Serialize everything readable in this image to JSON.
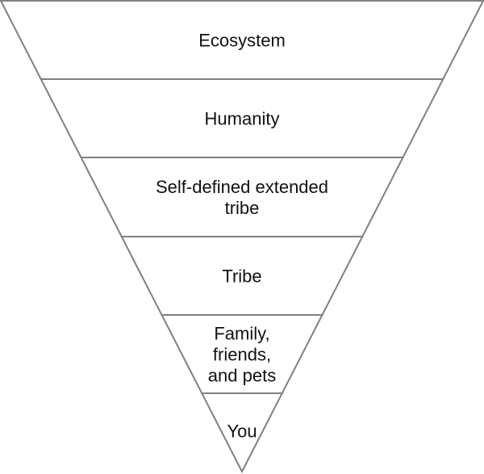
{
  "diagram": {
    "layers": [
      {
        "label_lines": [
          "Ecosystem"
        ]
      },
      {
        "label_lines": [
          "Humanity"
        ]
      },
      {
        "label_lines": [
          "Self-defined extended",
          "tribe"
        ]
      },
      {
        "label_lines": [
          "Tribe"
        ]
      },
      {
        "label_lines": [
          "Family,",
          "friends,",
          "and pets"
        ]
      },
      {
        "label_lines": [
          "You"
        ]
      }
    ],
    "colors": {
      "outline": "#808080",
      "fill": "#ffffff",
      "text": "#111111"
    }
  }
}
